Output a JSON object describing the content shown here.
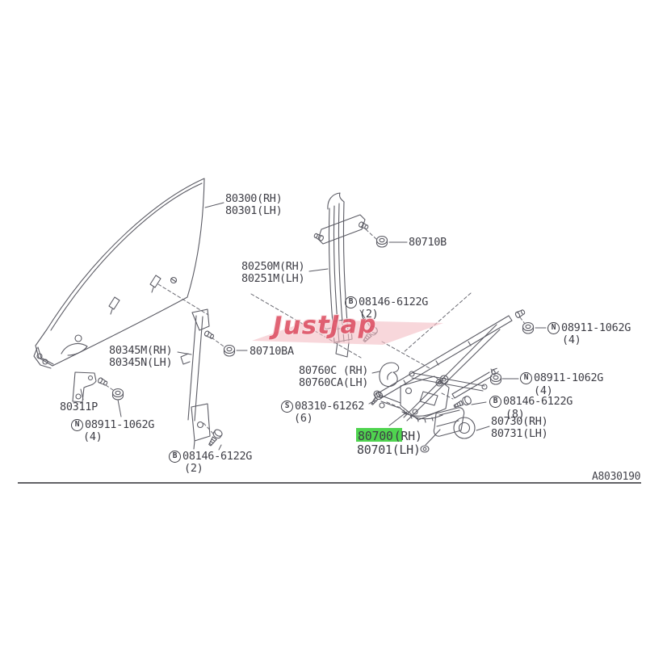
{
  "diagram": {
    "ref_code": "A8030190",
    "highlight_color": "#4fd44f",
    "line_color": "#5b5b64",
    "text_color": "#3e3e46"
  },
  "watermark": {
    "text": "JustJap",
    "swoosh_color": "#f3bdc3",
    "text_color": "#dd4f63"
  },
  "labels": {
    "glass": {
      "line1": "80300(RH)",
      "line2": "80301(LH)"
    },
    "sash": {
      "line1": "80250M(RH)",
      "line2": "80251M(LH)"
    },
    "grommet_b": {
      "text": "80710B"
    },
    "grommet_ba": {
      "text": "80710BA"
    },
    "channel": {
      "line1": "80345M(RH)",
      "line2": "80345N(LH)"
    },
    "holder": {
      "line1": "80760C (RH)",
      "line2": "80760CA(LH)"
    },
    "bracket": {
      "text": "80311P"
    },
    "regulator": {
      "part_hl": "80700",
      "part_hl_side": "(RH)",
      "line2": "80701(LH)"
    },
    "motor": {
      "line1": "80730(RH)",
      "line2": "80731(LH)"
    },
    "bolt_top": {
      "prefix": "B",
      "number": "08146-6122G",
      "qty": "(2)"
    },
    "bolt_bottom": {
      "prefix": "B",
      "number": "08146-6122G",
      "qty": "(2)"
    },
    "bolt_regulator": {
      "prefix": "B",
      "number": "08146-6122G",
      "qty": "(8)"
    },
    "screw_regulator": {
      "prefix": "S",
      "number": "08310-61262",
      "qty": "(6)"
    },
    "nut_right_upper": {
      "prefix": "N",
      "number": "08911-1062G",
      "qty": "(4)"
    },
    "nut_right_lower": {
      "prefix": "N",
      "number": "08911-1062G",
      "qty": "(4)"
    },
    "nut_bottom_left": {
      "prefix": "N",
      "number": "08911-1062G",
      "qty": "(4)"
    }
  }
}
